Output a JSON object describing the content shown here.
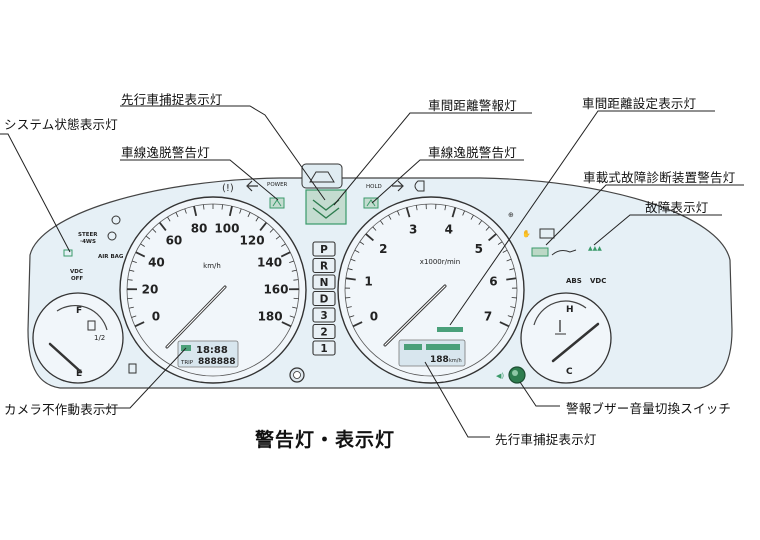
{
  "labels": {
    "system_status": "システム状態表示灯",
    "lead_vehicle_top": "先行車捕捉表示灯",
    "lane_departure_left": "車線逸脱警告灯",
    "distance_warning": "車間距離警報灯",
    "lane_departure_right": "車線逸脱警告灯",
    "distance_setting": "車間距離設定表示灯",
    "obd_warning": "車載式故障診断装置警告灯",
    "fault_indicator": "故障表示灯",
    "camera_inoperative": "カメラ不作動表示灯",
    "buzzer_switch": "警報ブザー音量切換スイッチ",
    "lead_vehicle_bottom": "先行車捕捉表示灯"
  },
  "caption": "警告灯・表示灯",
  "speedometer": {
    "ticks": [
      "0",
      "20",
      "40",
      "60",
      "80",
      "100",
      "120",
      "140",
      "160",
      "180"
    ],
    "unit": "km/h"
  },
  "tachometer": {
    "ticks": [
      "0",
      "1",
      "2",
      "3",
      "4",
      "5",
      "6",
      "7"
    ],
    "unit": "x1000r/min"
  },
  "fuel": {
    "full": "F",
    "half": "1/2",
    "empty": "E"
  },
  "temp": {
    "hot": "H",
    "cold": "C"
  },
  "gear": [
    "P",
    "R",
    "N",
    "D",
    "3",
    "2",
    "1"
  ],
  "cluster_text": {
    "steer_4ws": "STEER\n·4WS",
    "airbag": "AIR BAG",
    "vdc_off": "VDC\nOFF",
    "abs": "ABS",
    "vdc": "VDC",
    "power": "POWER",
    "hold": "HOLD",
    "clock": "18:88",
    "odo": "888888",
    "trip": "TRIP",
    "icc_mini": "188",
    "icc_unit": "km/h"
  },
  "colors": {
    "cluster_face": "#e6f0f6",
    "indicator_green": "#3a9a6a",
    "indicator_box": "#c4dcd0",
    "knob": "#2e7d4f"
  }
}
